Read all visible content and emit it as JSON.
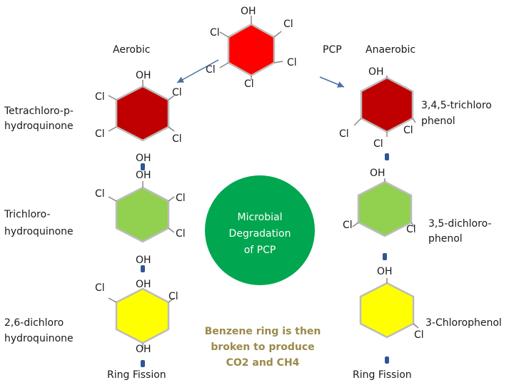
{
  "colors": {
    "pcp_red": "#ff0000",
    "dark_red": "#c00000",
    "light_green": "#92d050",
    "yellow": "#ffff00",
    "circle_green": "#00a650",
    "note_text": "#9a8a4a",
    "connector": "#2f5597"
  },
  "center": {
    "compound": "PCP",
    "substituents": {
      "top": "OH",
      "upper_left": "Cl",
      "upper_right": "Cl",
      "lower_left": "Cl",
      "lower_right": "Cl",
      "bottom": "Cl"
    }
  },
  "pathways": {
    "aerobic": "Aerobic",
    "anaerobic": "Anaerobic"
  },
  "aerobic_steps": [
    {
      "name_line1": "Tetrachloro-p-",
      "name_line2": "hydroquinone",
      "top": "OH",
      "upper_left": "Cl",
      "upper_right": "Cl",
      "lower_left": "Cl",
      "lower_right": "Cl",
      "bottom": "OH"
    },
    {
      "name_line1": "Trichloro-",
      "name_line2": "hydroquinone",
      "top": "OH",
      "upper_left": "Cl",
      "upper_right": "Cl",
      "lower_right": "Cl",
      "bottom": "OH"
    },
    {
      "name_line1": "2,6-dichloro",
      "name_line2": "hydroquinone",
      "top": "OH",
      "upper_left": "Cl",
      "upper_right": "Cl",
      "bottom": "OH"
    }
  ],
  "anaerobic_steps": [
    {
      "name_line1": "3,4,5-trichloro",
      "name_line2": "phenol",
      "top": "OH",
      "lower_left": "Cl",
      "lower_right": "Cl",
      "bottom": "Cl"
    },
    {
      "name_line1": "3,5-dichloro-",
      "name_line2": "phenol",
      "top": "OH",
      "lower_left": "Cl",
      "lower_right": "Cl"
    },
    {
      "name_line1": "3-Chlorophenol",
      "top": "OH",
      "lower_right": "Cl"
    }
  ],
  "ring_fission_left": "Ring Fission",
  "ring_fission_right": "Ring Fission",
  "circle": {
    "line1": "Microbial",
    "line2": "Degradation",
    "line3": "of PCP"
  },
  "note": {
    "line1": "Benzene ring is then",
    "line2": "broken to produce",
    "line3": "CO2 and CH4"
  }
}
